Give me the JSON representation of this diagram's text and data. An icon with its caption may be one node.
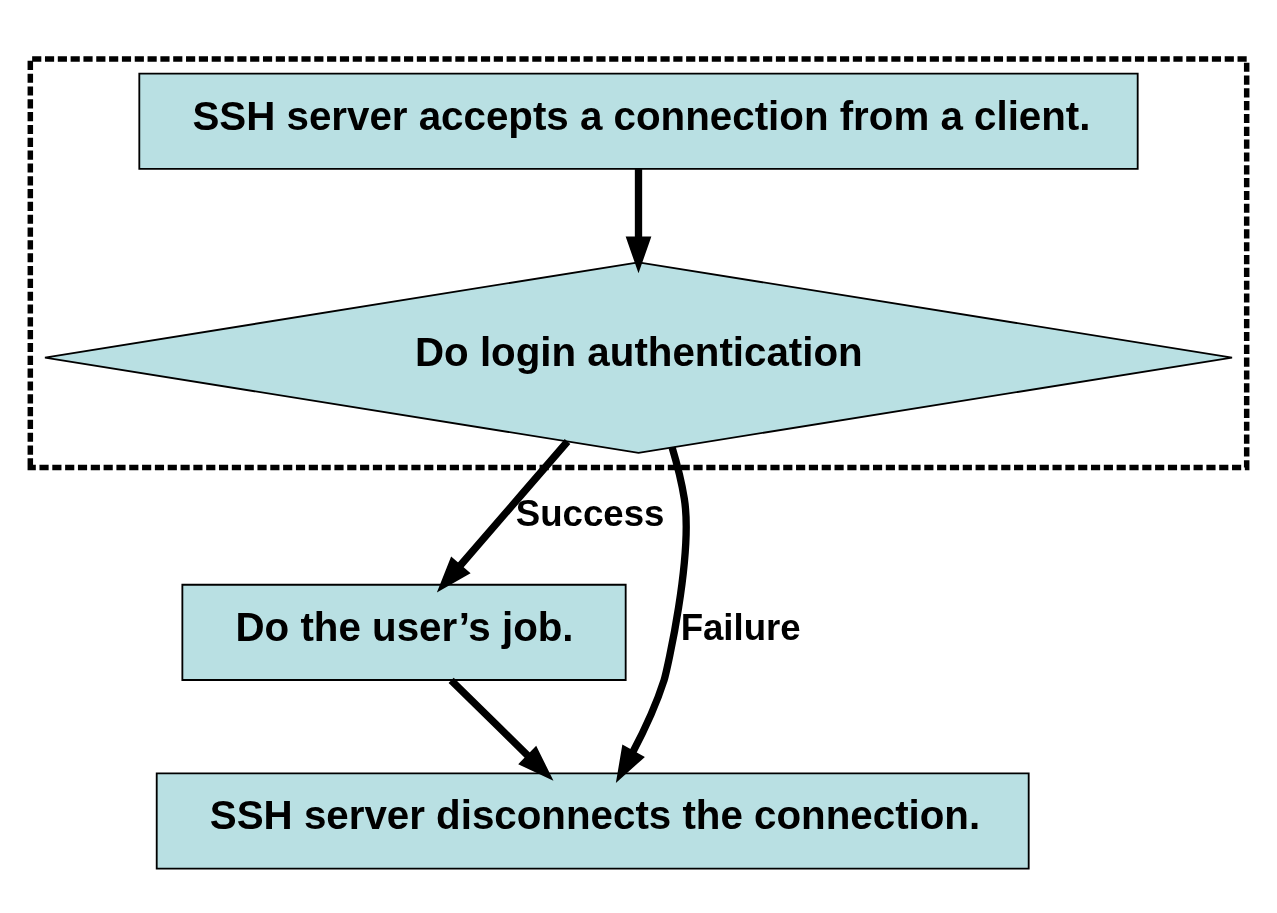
{
  "diagram": {
    "nodes": [
      {
        "text": [],
        "shape": "box"
      },
      {
        "text": [
          "SSH server accepts a connection from a client."
        ],
        "in": 0
      },
      {
        "text": [
          "Do login authentication"
        ],
        "in": 0
      },
      {
        "text": [
          "Do the user’s job."
        ]
      },
      {
        "text": [
          "SSH server disconnects the connection."
        ]
      }
    ],
    "edges": [
      {
        "from": 1,
        "to": 2,
        "arrow": "to"
      },
      {
        "from": 2,
        "to": 3,
        "arrow": "to",
        "label": "Success"
      },
      {
        "from": 3,
        "to": 4,
        "arrow": "to"
      },
      {
        "from": 2,
        "to": 4,
        "arrow": "to",
        "label": "Failure"
      }
    ]
  }
}
